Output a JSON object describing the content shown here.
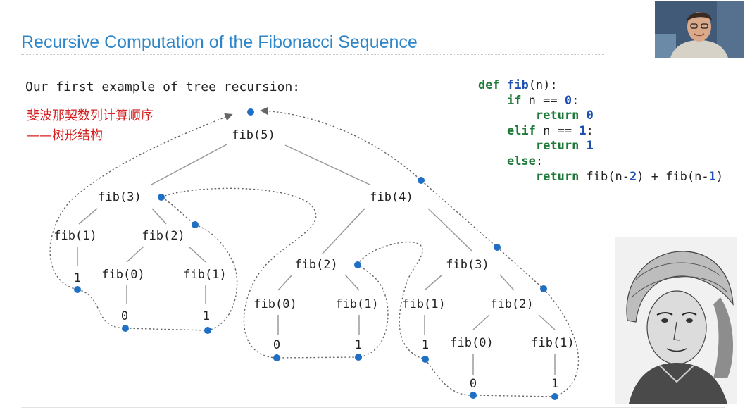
{
  "slide": {
    "title": "Recursive Computation of the Fibonacci Sequence",
    "intro": "Our first example of tree recursion:",
    "annotation_line1": "斐波那契数列计算顺序",
    "annotation_line2": "——树形结构"
  },
  "code": {
    "kw_def": "def",
    "fn_name": "fib",
    "sig_rest": "(n):",
    "kw_if": "if",
    "if_cond": " n == ",
    "zero": "0",
    "colon": ":",
    "kw_return": "return",
    "kw_elif": "elif",
    "one": "1",
    "kw_else": "else",
    "ret_expr_a": " fib(n-",
    "two": "2",
    "ret_expr_b": ") + fib(n-",
    "ret_expr_c": ")"
  },
  "tree": {
    "root": "fib(5)",
    "level1": [
      "fib(3)",
      "fib(4)"
    ],
    "left": {
      "a": "fib(1)",
      "b": "fib(2)",
      "b0": "fib(0)",
      "b1": "fib(1)"
    },
    "mid": {
      "a": "fib(2)",
      "a0": "fib(0)",
      "a1": "fib(1)"
    },
    "right": {
      "a": "fib(3)",
      "a1": "fib(1)",
      "a2": "fib(2)",
      "a20": "fib(0)",
      "a21": "fib(1)"
    },
    "leaf_one": "1",
    "leaf_zero": "0"
  },
  "colors": {
    "title": "#2e86c8",
    "annotation": "#d42020",
    "dot": "#1f6fc4",
    "edge": "#9a9a9a",
    "trace": "#666666"
  }
}
